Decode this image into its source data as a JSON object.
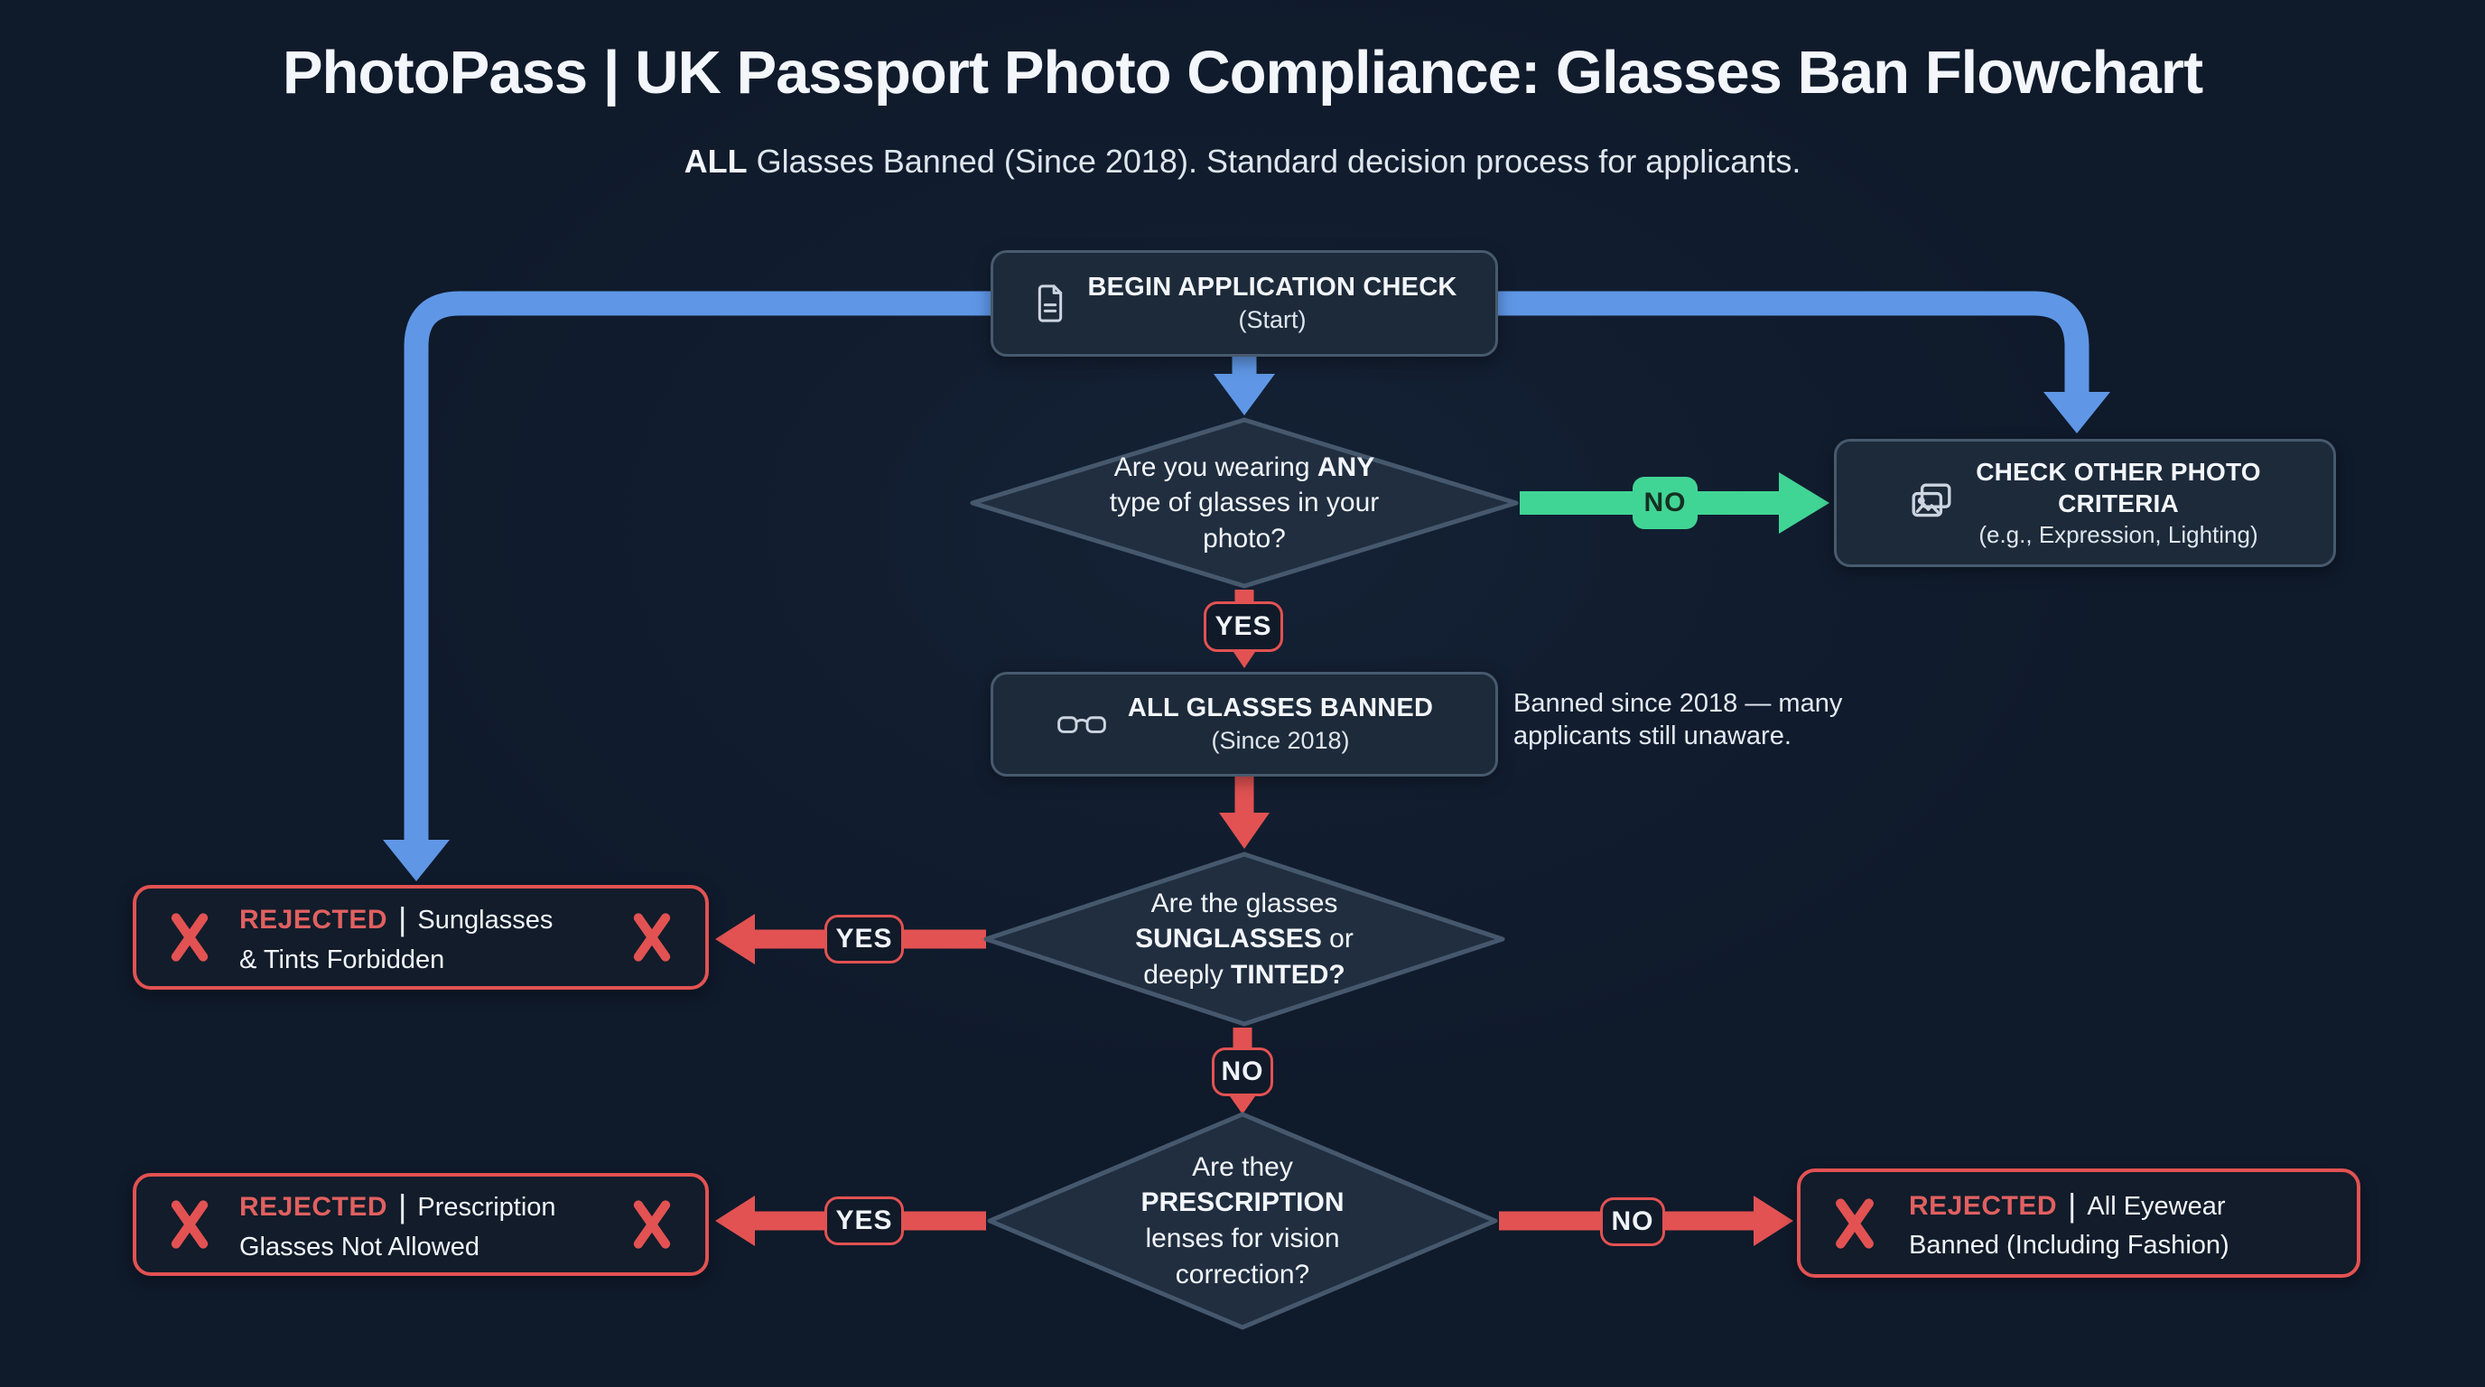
{
  "header": {
    "title": "PhotoPass | UK Passport Photo Compliance: Glasses Ban Flowchart",
    "subtitle_bold": "ALL",
    "subtitle_rest": " Glasses Banned (Since 2018). Standard decision process for applicants."
  },
  "colors": {
    "background": "#0f1a2b",
    "node_fill": "#1d2a3a",
    "node_border": "#475a6e",
    "diamond_fill": "#202e40",
    "diamond_border": "#46586d",
    "reject_fill": "#121c2a",
    "blue": "#5f97e6",
    "green": "#41d595",
    "red": "#e25252",
    "red_text": "#e06060",
    "text_primary": "#f3f6fa",
    "text_secondary": "#dfe6ee",
    "green_text": "#143022"
  },
  "nodes": {
    "start": {
      "icon": "document-icon",
      "title": "BEGIN APPLICATION CHECK",
      "subtitle": "(Start)"
    },
    "decision_any_glasses": {
      "line1_pre": "Are you wearing ",
      "line1_bold": "ANY",
      "line2": "type of glasses in your",
      "line3": "photo?"
    },
    "check_other": {
      "icon": "photos-icon",
      "title_line1": "CHECK OTHER PHOTO",
      "title_line2": "CRITERIA",
      "subtitle": "(e.g., Expression, Lighting)"
    },
    "ban": {
      "icon": "glasses-icon",
      "title": "ALL GLASSES BANNED",
      "subtitle": "(Since 2018)"
    },
    "note": {
      "line1": "Banned since 2018 — many",
      "line2": "applicants still unaware."
    },
    "decision_sunglasses": {
      "line1": "Are the glasses",
      "line2_bold": "SUNGLASSES",
      "line2_rest": " or",
      "line3_pre": "deeply ",
      "line3_bold": "TINTED?"
    },
    "decision_prescription": {
      "line1": "Are they",
      "line2_bold": "PRESCRIPTION",
      "line3": "lenses for vision",
      "line4": "correction?"
    },
    "reject_sunglasses": {
      "label": "REJECTED",
      "sep": "|",
      "text_line1": "Sunglasses",
      "text_line2": "& Tints Forbidden"
    },
    "reject_prescription": {
      "label": "REJECTED",
      "sep": "|",
      "text_line1": "Prescription",
      "text_line2": "Glasses Not Allowed"
    },
    "reject_all_eyewear": {
      "label": "REJECTED",
      "sep": "|",
      "text_line1": "All Eyewear",
      "text_line2": "Banned (Including Fashion)"
    }
  },
  "badges": {
    "no_to_check": "NO",
    "yes_to_ban": "YES",
    "yes_to_reject_sunglasses": "YES",
    "no_to_prescription": "NO",
    "yes_to_reject_prescription": "YES",
    "no_to_reject_all": "NO"
  }
}
